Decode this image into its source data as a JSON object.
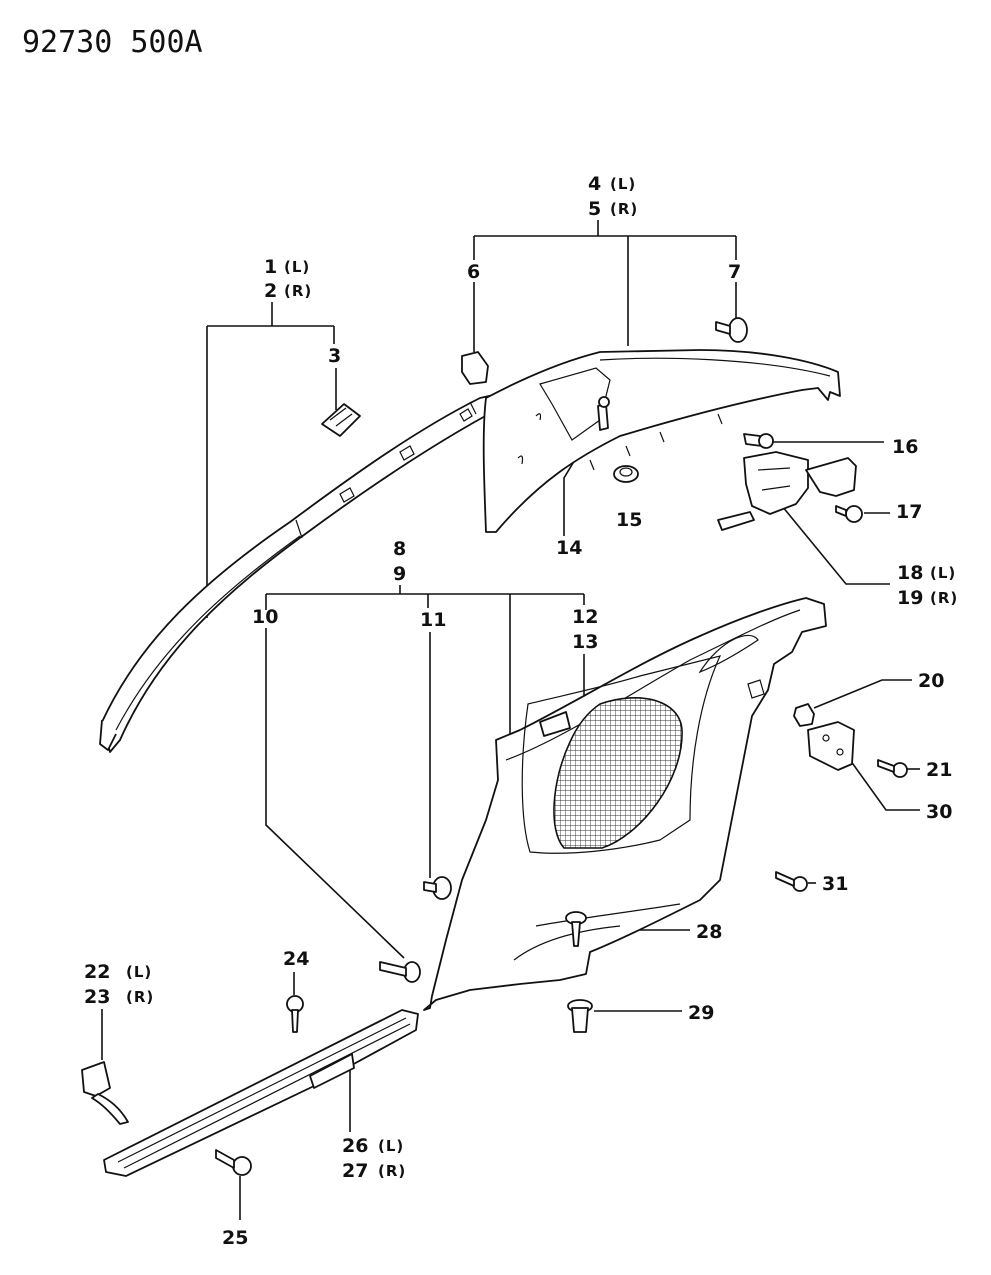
{
  "doc_id": "92730  500A",
  "labels": [
    {
      "id": "1-2",
      "num": "1",
      "num2": "2",
      "side": "(L)",
      "side2": "(R)"
    },
    {
      "id": "3",
      "num": "3"
    },
    {
      "id": "4-5",
      "num": "4",
      "num2": "5",
      "side": "(L)",
      "side2": "(R)"
    },
    {
      "id": "6",
      "num": "6"
    },
    {
      "id": "7",
      "num": "7"
    },
    {
      "id": "8-9",
      "num": "8",
      "num2": "9"
    },
    {
      "id": "10",
      "num": "10"
    },
    {
      "id": "11",
      "num": "11"
    },
    {
      "id": "12-13",
      "num": "12",
      "num2": "13"
    },
    {
      "id": "14",
      "num": "14"
    },
    {
      "id": "15",
      "num": "15"
    },
    {
      "id": "16",
      "num": "16"
    },
    {
      "id": "17",
      "num": "17"
    },
    {
      "id": "18-19",
      "num": "18",
      "num2": "19",
      "side": "(L)",
      "side2": "(R)"
    },
    {
      "id": "20",
      "num": "20"
    },
    {
      "id": "21",
      "num": "21"
    },
    {
      "id": "22-23",
      "num": "22",
      "num2": "23",
      "side": "(L)",
      "side2": "(R)"
    },
    {
      "id": "24",
      "num": "24"
    },
    {
      "id": "25",
      "num": "25"
    },
    {
      "id": "26-27",
      "num": "26",
      "num2": "27",
      "side": "(L)",
      "side2": "(R)"
    },
    {
      "id": "28",
      "num": "28"
    },
    {
      "id": "29",
      "num": "29"
    },
    {
      "id": "30",
      "num": "30"
    },
    {
      "id": "31",
      "num": "31"
    }
  ]
}
